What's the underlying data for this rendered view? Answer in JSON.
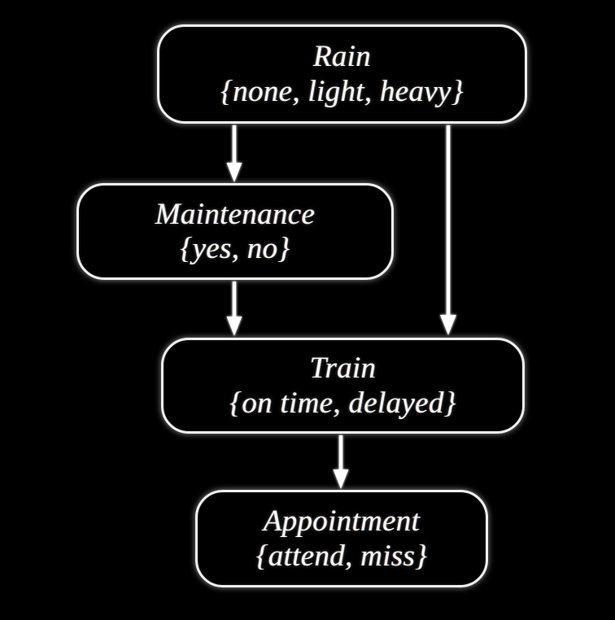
{
  "diagram": {
    "type": "bayesian-network",
    "background_color": "#000000",
    "node_border_color": "#f2f2f2",
    "text_color": "#fdfdfb",
    "edge_color": "#ffffff",
    "nodes": [
      {
        "id": "rain",
        "title": "Rain",
        "domain": "{none, light, heavy}",
        "values": [
          "none",
          "light",
          "heavy"
        ]
      },
      {
        "id": "maintenance",
        "title": "Maintenance",
        "domain": "{yes, no}",
        "values": [
          "yes",
          "no"
        ]
      },
      {
        "id": "train",
        "title": "Train",
        "domain": "{on time, delayed}",
        "values": [
          "on time",
          "delayed"
        ]
      },
      {
        "id": "appointment",
        "title": "Appointment",
        "domain": "{attend, miss}",
        "values": [
          "attend",
          "miss"
        ]
      }
    ],
    "edges": [
      {
        "id": "rain-to-maintenance",
        "from": "rain",
        "to": "maintenance"
      },
      {
        "id": "rain-to-train",
        "from": "rain",
        "to": "train"
      },
      {
        "id": "maintenance-to-train",
        "from": "maintenance",
        "to": "train"
      },
      {
        "id": "train-to-appointment",
        "from": "train",
        "to": "appointment"
      }
    ]
  }
}
